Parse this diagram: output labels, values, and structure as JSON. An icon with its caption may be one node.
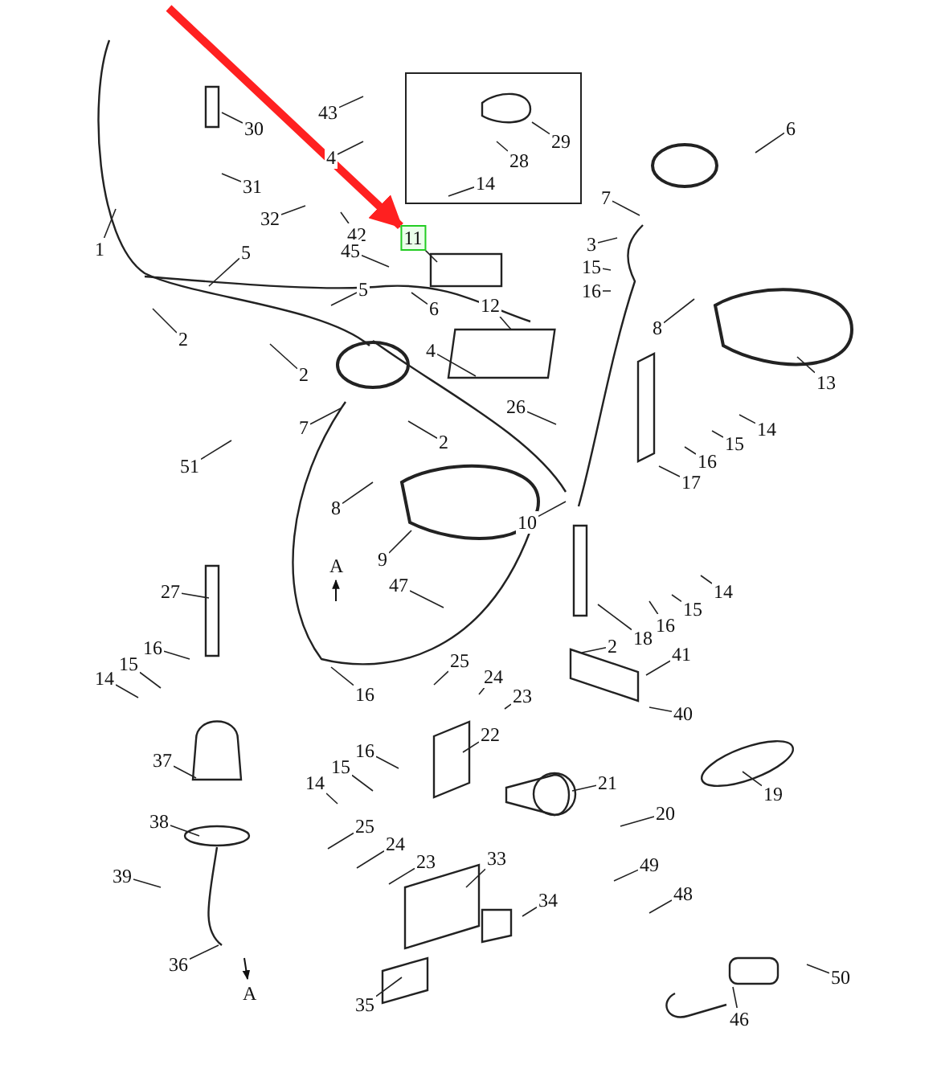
{
  "diagram": {
    "nodes": [
      {
        "text": [
          "1"
        ]
      },
      {
        "text": [
          "30"
        ]
      },
      {
        "text": [
          "43"
        ]
      },
      {
        "text": [
          "4"
        ]
      },
      {
        "text": [],
        "shape": "box"
      },
      {
        "text": [
          "29"
        ],
        "in": 4
      },
      {
        "text": [
          "28"
        ],
        "in": 4
      },
      {
        "text": [
          "14"
        ],
        "in": 4
      },
      {
        "text": [
          "6"
        ]
      },
      {
        "text": [
          "31"
        ]
      },
      {
        "text": [
          "7"
        ]
      },
      {
        "text": [
          "32"
        ]
      },
      {
        "text": [
          "42"
        ]
      },
      {
        "text": [
          "11"
        ]
      },
      {
        "text": [
          "3"
        ]
      },
      {
        "text": [
          "5"
        ]
      },
      {
        "text": [
          "45"
        ]
      },
      {
        "text": [
          "15"
        ]
      },
      {
        "text": [
          "16"
        ]
      },
      {
        "text": [
          "12"
        ]
      },
      {
        "text": [
          "8"
        ]
      },
      {
        "text": [
          "5"
        ]
      },
      {
        "text": [
          "2"
        ]
      },
      {
        "text": [
          "6"
        ]
      },
      {
        "text": [
          "4"
        ]
      },
      {
        "text": [
          "2"
        ]
      },
      {
        "text": [
          "13"
        ]
      },
      {
        "text": [
          "14"
        ]
      },
      {
        "text": [
          "26"
        ]
      },
      {
        "text": [
          "2"
        ]
      },
      {
        "text": [
          "15"
        ]
      },
      {
        "text": [
          "51"
        ]
      },
      {
        "text": [
          "16"
        ]
      },
      {
        "text": [
          "17"
        ]
      },
      {
        "text": [
          "7"
        ]
      },
      {
        "text": [
          "8"
        ]
      },
      {
        "text": [
          "10"
        ]
      },
      {
        "text": [
          "9"
        ]
      },
      {
        "text": [
          "27"
        ]
      },
      {
        "text": [
          "47"
        ]
      },
      {
        "text": [
          "14"
        ]
      },
      {
        "text": [
          "15"
        ]
      },
      {
        "text": [
          "16"
        ]
      },
      {
        "text": [
          "18"
        ]
      },
      {
        "text": [
          "2"
        ]
      },
      {
        "text": [
          "16"
        ]
      },
      {
        "text": [
          "15"
        ]
      },
      {
        "text": [
          "14"
        ]
      },
      {
        "text": [
          "41"
        ]
      },
      {
        "text": [
          "25"
        ]
      },
      {
        "text": [
          "16"
        ]
      },
      {
        "text": [
          "24"
        ]
      },
      {
        "text": [
          "23"
        ]
      },
      {
        "text": [
          "40"
        ]
      },
      {
        "text": [
          "22"
        ]
      },
      {
        "text": [
          "37"
        ]
      },
      {
        "text": [
          "16"
        ]
      },
      {
        "text": [
          "15"
        ]
      },
      {
        "text": [
          "14"
        ]
      },
      {
        "text": [
          "21"
        ]
      },
      {
        "text": [
          "19"
        ]
      },
      {
        "text": [
          "38"
        ]
      },
      {
        "text": [
          "20"
        ]
      },
      {
        "text": [
          "25"
        ]
      },
      {
        "text": [
          "24"
        ]
      },
      {
        "text": [
          "23"
        ]
      },
      {
        "text": [
          "33"
        ]
      },
      {
        "text": [
          "49"
        ]
      },
      {
        "text": [
          "39"
        ]
      },
      {
        "text": [
          "48"
        ]
      },
      {
        "text": [
          "34"
        ]
      },
      {
        "text": [
          "36"
        ]
      },
      {
        "text": [
          "50"
        ]
      },
      {
        "text": [
          "35"
        ]
      },
      {
        "text": [
          "46"
        ]
      }
    ],
    "edges": [
      {
        "from": 0,
        "to": null,
        "arrow": "none"
      },
      {
        "from": 1,
        "to": null,
        "arrow": "none"
      },
      {
        "from": 2,
        "to": null,
        "arrow": "none"
      },
      {
        "from": 3,
        "to": null,
        "arrow": "none"
      },
      {
        "from": 5,
        "to": null,
        "arrow": "none"
      },
      {
        "from": 6,
        "to": null,
        "arrow": "none"
      },
      {
        "from": 7,
        "to": null,
        "arrow": "none"
      },
      {
        "from": 8,
        "to": null,
        "arrow": "none"
      },
      {
        "from": 9,
        "to": null,
        "arrow": "none"
      },
      {
        "from": 10,
        "to": null,
        "arrow": "none"
      },
      {
        "from": 11,
        "to": null,
        "arrow": "none"
      },
      {
        "from": 12,
        "to": null,
        "arrow": "none"
      },
      {
        "from": 13,
        "to": null,
        "arrow": "none"
      },
      {
        "from": 14,
        "to": null,
        "arrow": "none"
      },
      {
        "from": 15,
        "to": null,
        "arrow": "none"
      },
      {
        "from": 16,
        "to": null,
        "arrow": "none"
      },
      {
        "from": 17,
        "to": null,
        "arrow": "none"
      },
      {
        "from": 18,
        "to": null,
        "arrow": "none"
      },
      {
        "from": 19,
        "to": null,
        "arrow": "none"
      },
      {
        "from": 20,
        "to": null,
        "arrow": "none"
      },
      {
        "from": 21,
        "to": null,
        "arrow": "none"
      },
      {
        "from": 22,
        "to": null,
        "arrow": "none"
      },
      {
        "from": 23,
        "to": null,
        "arrow": "none"
      },
      {
        "from": 24,
        "to": null,
        "arrow": "none"
      },
      {
        "from": 25,
        "to": null,
        "arrow": "none"
      },
      {
        "from": 26,
        "to": null,
        "arrow": "none"
      },
      {
        "from": 27,
        "to": null,
        "arrow": "none"
      },
      {
        "from": 28,
        "to": null,
        "arrow": "none"
      },
      {
        "from": 29,
        "to": null,
        "arrow": "none"
      },
      {
        "from": 30,
        "to": null,
        "arrow": "none"
      },
      {
        "from": 31,
        "to": null,
        "arrow": "none"
      },
      {
        "from": 32,
        "to": null,
        "arrow": "none"
      },
      {
        "from": 33,
        "to": null,
        "arrow": "none"
      },
      {
        "from": 34,
        "to": null,
        "arrow": "none"
      },
      {
        "from": 35,
        "to": null,
        "arrow": "none"
      },
      {
        "from": 36,
        "to": null,
        "arrow": "none"
      },
      {
        "from": 37,
        "to": null,
        "arrow": "none"
      },
      {
        "from": 38,
        "to": null,
        "arrow": "none"
      },
      {
        "from": 39,
        "to": null,
        "arrow": "none"
      },
      {
        "from": 40,
        "to": null,
        "arrow": "none"
      },
      {
        "from": 41,
        "to": null,
        "arrow": "none"
      },
      {
        "from": 42,
        "to": null,
        "arrow": "none"
      },
      {
        "from": 43,
        "to": null,
        "arrow": "none"
      },
      {
        "from": 44,
        "to": null,
        "arrow": "none"
      },
      {
        "from": 45,
        "to": null,
        "arrow": "none"
      },
      {
        "from": 46,
        "to": null,
        "arrow": "none"
      },
      {
        "from": 47,
        "to": null,
        "arrow": "none"
      },
      {
        "from": 48,
        "to": null,
        "arrow": "none"
      },
      {
        "from": 49,
        "to": null,
        "arrow": "none"
      },
      {
        "from": 50,
        "to": null,
        "arrow": "none"
      },
      {
        "from": 51,
        "to": null,
        "arrow": "none"
      },
      {
        "from": 52,
        "to": null,
        "arrow": "none"
      },
      {
        "from": 53,
        "to": null,
        "arrow": "none"
      },
      {
        "from": 54,
        "to": null,
        "arrow": "none"
      },
      {
        "from": 55,
        "to": null,
        "arrow": "none"
      },
      {
        "from": 56,
        "to": null,
        "arrow": "none"
      },
      {
        "from": 57,
        "to": null,
        "arrow": "none"
      },
      {
        "from": 58,
        "to": null,
        "arrow": "none"
      },
      {
        "from": 59,
        "to": null,
        "arrow": "none"
      },
      {
        "from": 60,
        "to": null,
        "arrow": "none"
      },
      {
        "from": 61,
        "to": null,
        "arrow": "none"
      },
      {
        "from": 62,
        "to": null,
        "arrow": "none"
      },
      {
        "from": 63,
        "to": null,
        "arrow": "none"
      },
      {
        "from": 64,
        "to": null,
        "arrow": "none"
      },
      {
        "from": 65,
        "to": null,
        "arrow": "none"
      },
      {
        "from": 66,
        "to": null,
        "arrow": "none"
      },
      {
        "from": 67,
        "to": null,
        "arrow": "none"
      },
      {
        "from": 68,
        "to": null,
        "arrow": "none"
      },
      {
        "from": 69,
        "to": null,
        "arrow": "none"
      },
      {
        "from": 70,
        "to": null,
        "arrow": "none"
      },
      {
        "from": 71,
        "to": null,
        "arrow": "none"
      },
      {
        "from": 72,
        "to": null,
        "arrow": "none"
      },
      {
        "from": 73,
        "to": null,
        "arrow": "none"
      },
      {
        "from": 74,
        "to": null,
        "arrow": "none"
      },
      {
        "from": null,
        "to": 13,
        "arrow": "to",
        "style": "thick",
        "color": "#ff2020"
      }
    ],
    "labels": [
      "A",
      "A"
    ]
  }
}
